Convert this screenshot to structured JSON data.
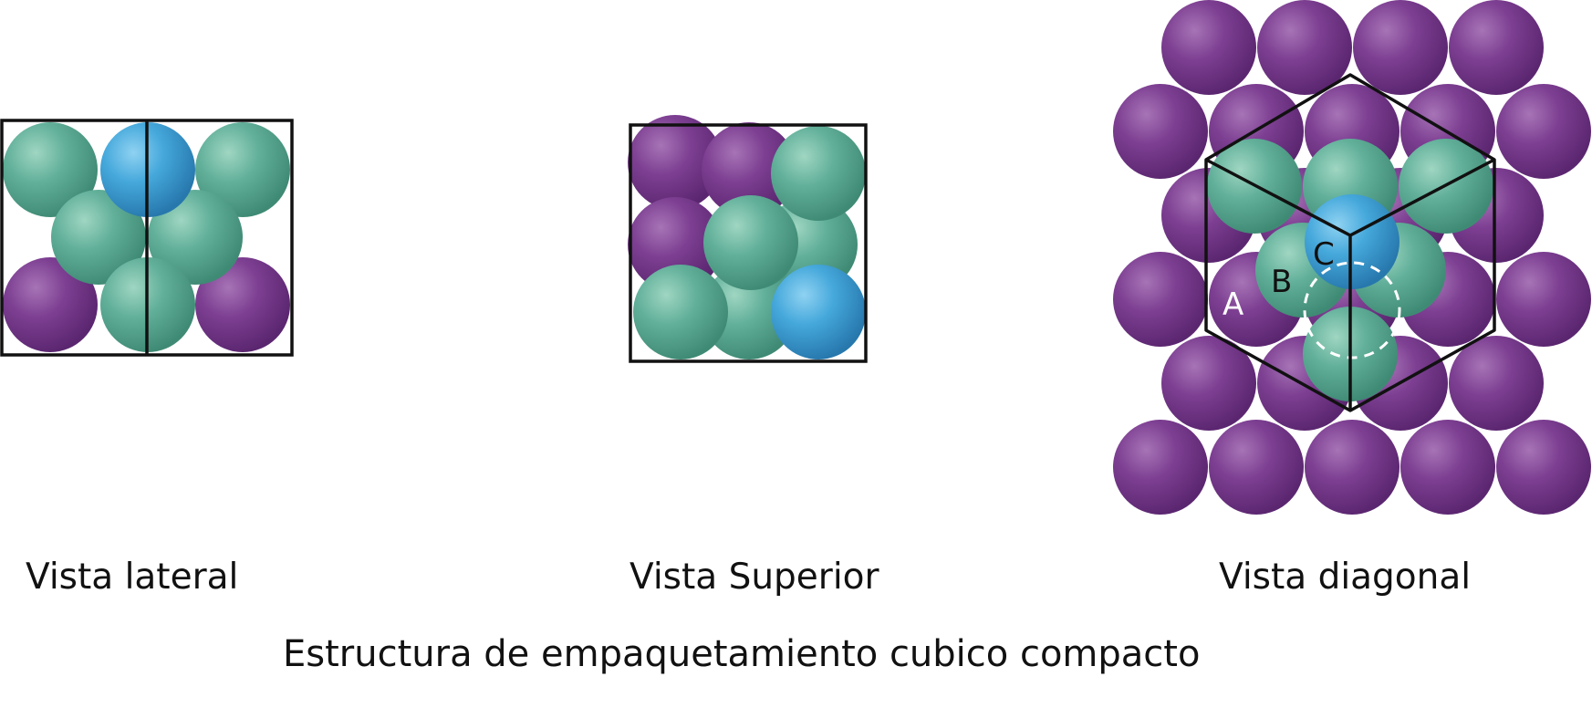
{
  "captions": {
    "side_view": "Vista lateral",
    "top_view": "Vista Superior",
    "diagonal_view": "Vista diagonal",
    "title": "Estructura de empaquetamiento cubico compacto"
  },
  "layer_labels": {
    "a": "A",
    "b": "B",
    "c": "C"
  },
  "colors": {
    "purple": "#7a3d8f",
    "green": "#5fae96",
    "blue": "#3fa6d8",
    "frame": "#111111"
  }
}
